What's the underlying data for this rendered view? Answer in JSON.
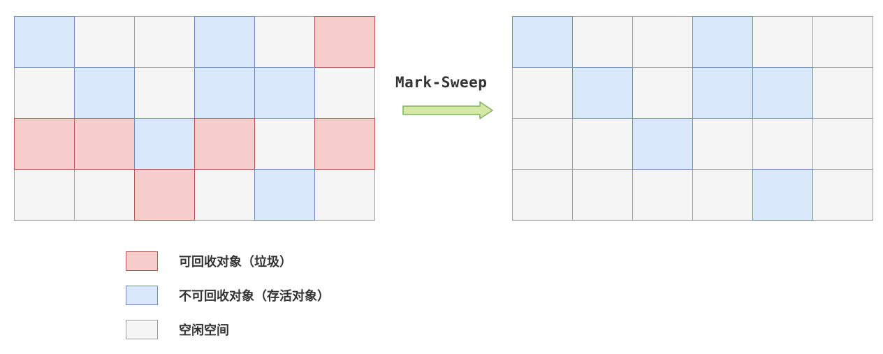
{
  "colors": {
    "dead": "#f8cecc",
    "live": "#dae8fc",
    "free": "#f5f5f5",
    "arrow_fill": "#d5e8a4",
    "arrow_stroke": "#82b366"
  },
  "diagram": {
    "algorithm_label": "Mark-Sweep",
    "before_grid": [
      [
        "live",
        "free",
        "free",
        "live",
        "free",
        "dead"
      ],
      [
        "free",
        "live",
        "free",
        "live",
        "live",
        "free"
      ],
      [
        "dead",
        "dead",
        "live",
        "dead",
        "free",
        "dead"
      ],
      [
        "free",
        "free",
        "dead",
        "free",
        "live",
        "free"
      ]
    ],
    "after_grid": [
      [
        "live",
        "free",
        "free",
        "live",
        "free",
        "free"
      ],
      [
        "free",
        "live",
        "free",
        "live",
        "live",
        "free"
      ],
      [
        "free",
        "free",
        "live",
        "free",
        "free",
        "free"
      ],
      [
        "free",
        "free",
        "free",
        "free",
        "live",
        "free"
      ]
    ]
  },
  "legend": {
    "items": [
      {
        "kind": "dead",
        "label": "可回收对象（垃圾）"
      },
      {
        "kind": "live",
        "label": "不可回收对象（存活对象）"
      },
      {
        "kind": "free",
        "label": "空闲空间"
      }
    ]
  }
}
